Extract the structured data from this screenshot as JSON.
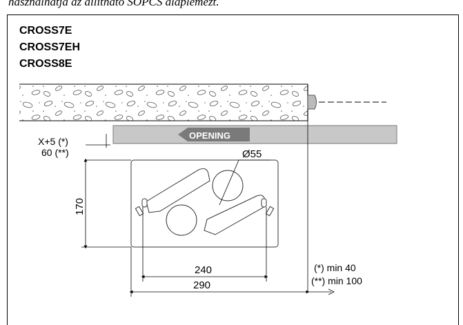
{
  "header": {
    "text": "használhatja az állítható SOPCS alaplemezt."
  },
  "models": [
    "CROSS7E",
    "CROSS7EH",
    "CROSS8E"
  ],
  "diagram": {
    "opening_label": "OPENING",
    "hole_diameter": "Ø55",
    "dim_top_line1": "X+5 (*)",
    "dim_top_line2": "60 (**)",
    "dim_height": "170",
    "dim_width_inner": "240",
    "dim_width_outer": "290",
    "note_min1": "(*) min 40",
    "note_min2": "(**) min 100"
  }
}
